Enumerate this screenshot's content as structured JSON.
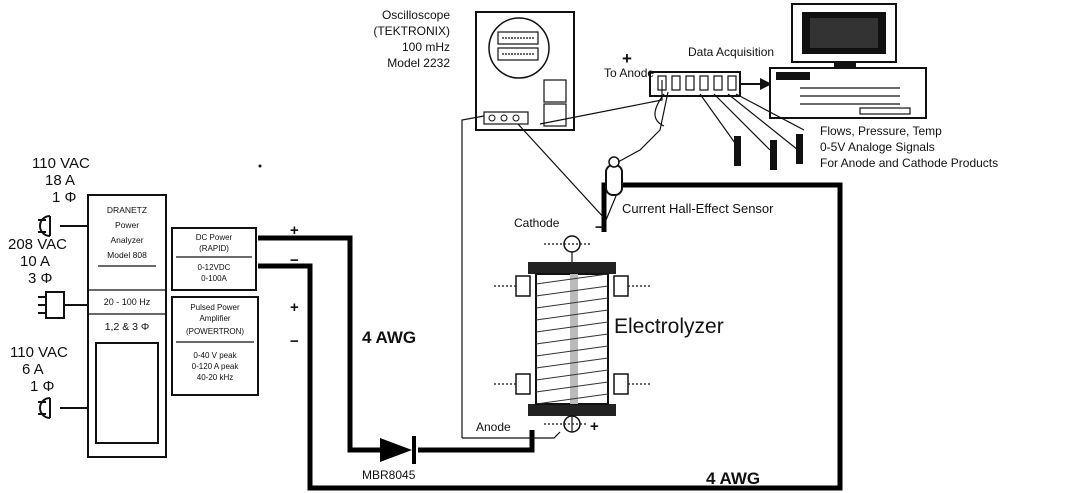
{
  "supplies": {
    "s1": {
      "voltage": "110 VAC",
      "current": "18 A",
      "phase": "1 Φ"
    },
    "s2": {
      "voltage": "208 VAC",
      "current": "10 A",
      "phase": "3 Φ"
    },
    "s3": {
      "voltage": "110 VAC",
      "current": "6 A",
      "phase": "1 Φ"
    }
  },
  "analyzer": {
    "line1": "DRANETZ",
    "line2": "Power",
    "line3": "Analyzer",
    "line4": "Model 808",
    "range": "20 - 100 Hz",
    "phases": "1,2 & 3 Φ"
  },
  "dc_power": {
    "line1": "DC Power",
    "line2": "(RAPID)",
    "line3": "0-12VDC",
    "line4": "0-100A"
  },
  "pulsed_power": {
    "line1": "Pulsed Power",
    "line2": "Amplifier",
    "line3": "(POWERTRON)",
    "line4": "0-40 V peak",
    "line5": "0-120 A peak",
    "line6": "40-20 kHz"
  },
  "polarity": {
    "plus": "+",
    "minus": "−"
  },
  "wire_upper": "4  AWG",
  "wire_lower": "4 AWG",
  "diode": "MBR8045",
  "electrolyzer": "Electrolyzer",
  "cathode": "Cathode",
  "anode": "Anode",
  "hall_sensor": "Current Hall-Effect Sensor",
  "oscilloscope": {
    "line1": "Oscilloscope",
    "line2": "(TEKTRONIX)",
    "line3": "100 mHz",
    "line4": "Model 2232"
  },
  "to_anode": "To Anode",
  "data_acquisition": "Data Acquisition",
  "signals": {
    "line1": "Flows, Pressure, Temp",
    "line2": "0-5V Analoge Signals",
    "line3": "For Anode and Cathode Products"
  }
}
